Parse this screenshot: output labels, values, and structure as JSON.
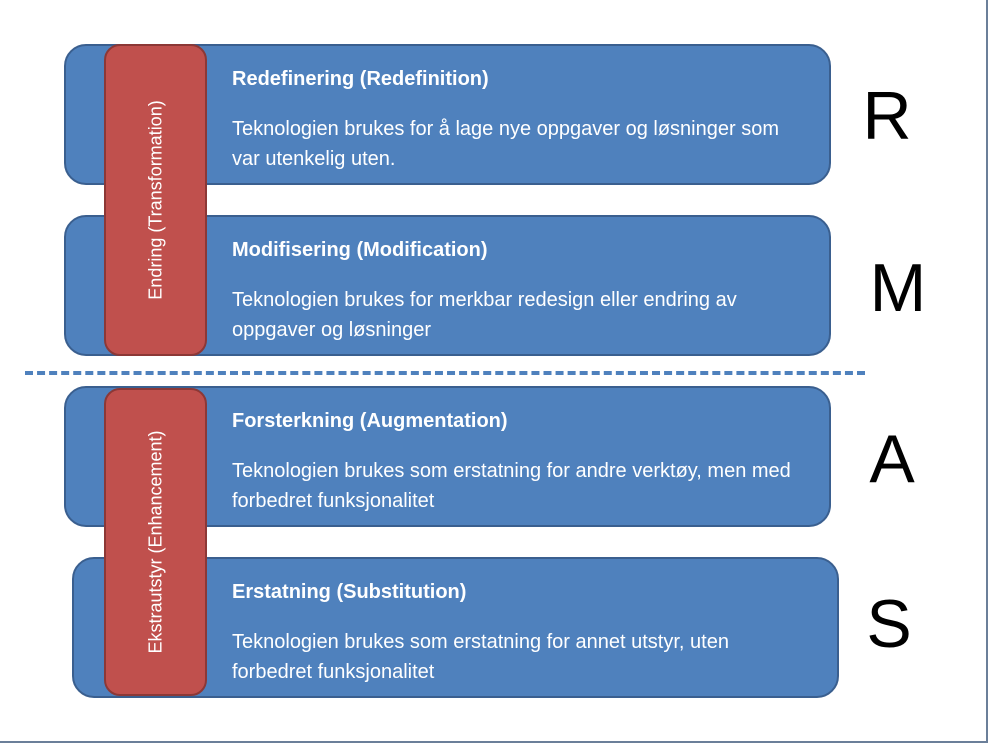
{
  "levels": [
    {
      "title": "Redefinering (Redefinition)",
      "description": "Teknologien brukes for å lage nye oppgaver og løsninger som var utenkelig uten.",
      "letter": "R"
    },
    {
      "title": "Modifisering (Modification)",
      "description": "Teknologien brukes for merkbar redesign eller endring av oppgaver og løsninger",
      "letter": "M"
    },
    {
      "title": "Forsterkning (Augmentation)",
      "description": "Teknologien brukes som erstatning for andre verktøy, men med forbedret funksjonalitet",
      "letter": "A"
    },
    {
      "title": "Erstatning (Substitution)",
      "description": "Teknologien brukes som erstatning for annet utstyr, uten forbedret funksjonalitet",
      "letter": "S"
    }
  ],
  "groups": [
    {
      "label": "Endring (Transformation)"
    },
    {
      "label": "Ekstrautstyr (Enhancement)"
    }
  ],
  "colors": {
    "box": "#4f81bd",
    "bar": "#c0504d",
    "divider": "#4f81bd"
  }
}
